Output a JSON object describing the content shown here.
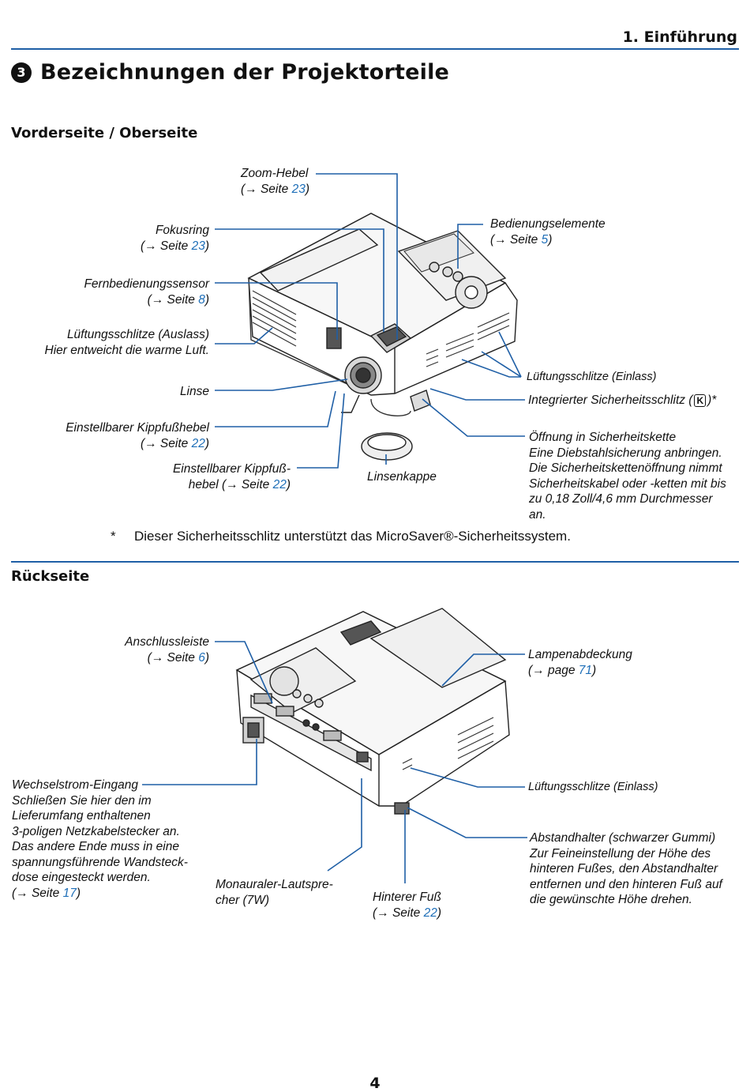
{
  "header": {
    "chapter": "1. Einführung"
  },
  "title": {
    "number": "3",
    "text": "Bezeichnungen der Projektorteile"
  },
  "front": {
    "heading": "Vorderseite / Oberseite",
    "zoom": {
      "name": "Zoom-Hebel",
      "ref_pre": "(→ Seite ",
      "page": "23",
      "ref_post": ")"
    },
    "fokus": {
      "name": "Fokusring",
      "ref_pre": "(→ Seite ",
      "page": "23",
      "ref_post": ")"
    },
    "fern": {
      "name": "Fernbedienungssensor",
      "ref_pre": "(→ Seite ",
      "page": "8",
      "ref_post": ")"
    },
    "auslass": {
      "line1": "Lüftungsschlitze (Auslass)",
      "line2": "Hier entweicht die warme Luft."
    },
    "linse": {
      "name": "Linse"
    },
    "kipp1": {
      "name": "Einstellbarer Kippfußhebel",
      "ref_pre": "(→ Seite ",
      "page": "22",
      "ref_post": ")"
    },
    "kipp2": {
      "line1": "Einstellbarer Kippfuß-",
      "line2_pre": "hebel (→ Seite ",
      "page": "22",
      "ref_post": ")"
    },
    "kappe": {
      "name": "Linsenkappe"
    },
    "bedien": {
      "name": "Bedienungselemente",
      "ref_pre": "(→ Seite ",
      "page": "5",
      "ref_post": ")"
    },
    "einlass": {
      "name": "Lüftungsschlitze (Einlass)"
    },
    "sicher": {
      "pre": "Integrierter Sicherheitsschlitz (",
      "icon": "K",
      "post": ")*"
    },
    "kette": {
      "lines": [
        "Öffnung in Sicherheitskette",
        "Eine Diebstahlsicherung anbringen.",
        "Die Sicherheitskettenöffnung nimmt",
        "Sicherheitskabel oder -ketten mit bis",
        "zu 0,18 Zoll/4,6 mm Durchmesser",
        "an."
      ]
    },
    "note": {
      "star": "*",
      "text": "Dieser Sicherheitsschlitz unterstützt das MicroSaver®-Sicherheitssystem."
    }
  },
  "back": {
    "heading": "Rückseite",
    "anschluss": {
      "name": "Anschlussleiste",
      "ref_pre": "(→ Seite ",
      "page": "6",
      "ref_post": ")"
    },
    "lampe": {
      "name": "Lampenabdeckung",
      "ref_pre": "(→ page ",
      "page": "71",
      "ref_post": ")"
    },
    "einlass": {
      "name": "Lüftungsschlitze (Einlass)"
    },
    "strom": {
      "lines": [
        "Wechselstrom-Eingang",
        "Schließen Sie hier den im",
        "Lieferumfang enthaltenen",
        "3-poligen Netzkabelstecker an.",
        "Das andere Ende muss in eine",
        "spannungsführende Wandsteck-",
        "dose eingesteckt werden."
      ],
      "ref_pre": "(→ Seite ",
      "page": "17",
      "ref_post": ")"
    },
    "lautsprecher": {
      "line1": "Monauraler-Lautspre-",
      "line2": "cher (7W)"
    },
    "fuss": {
      "name": "Hinterer Fuß",
      "ref_pre": "(→ Seite ",
      "page": "22",
      "ref_post": ")"
    },
    "abstand": {
      "lines": [
        "Abstandhalter (schwarzer Gummi)",
        "Zur Feineinstellung der Höhe des",
        "hinteren Fußes, den Abstandhalter",
        "entfernen und den hinteren Fuß auf",
        "die gewünschte Höhe drehen."
      ]
    }
  },
  "page_number": "4",
  "colors": {
    "accent": "#1f5fa6",
    "link": "#1f6fb8",
    "leader": "#1f5fa6"
  }
}
